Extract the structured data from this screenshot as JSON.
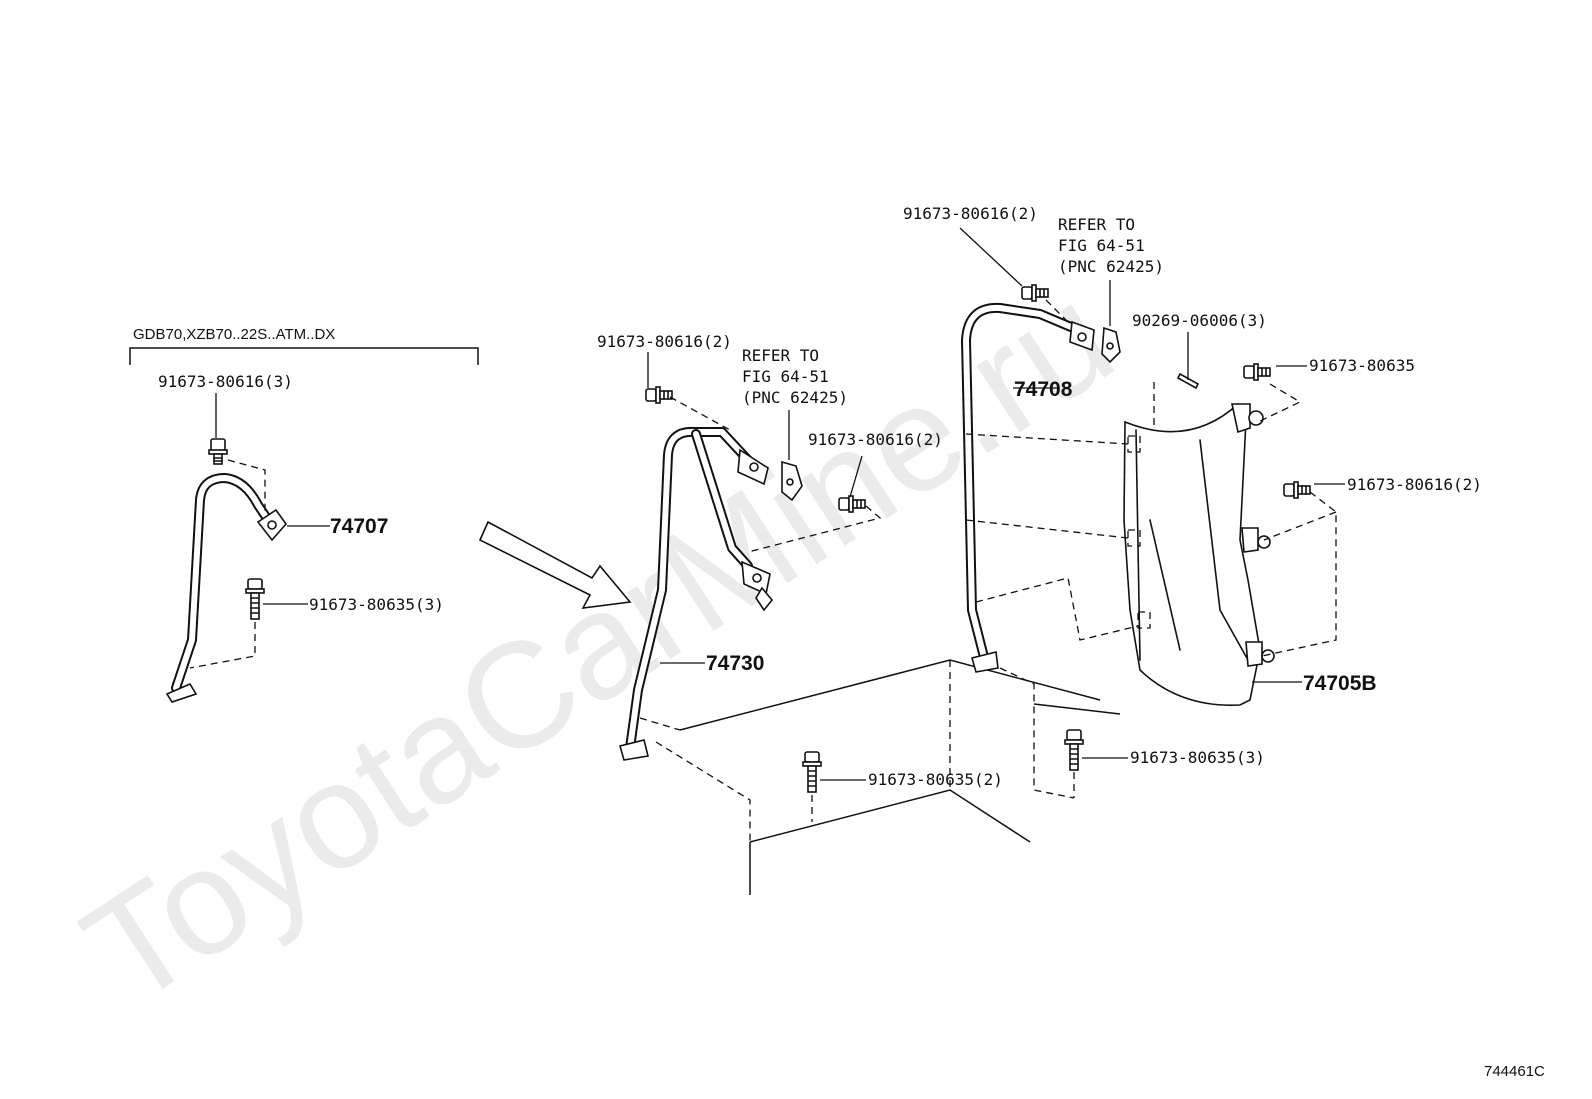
{
  "watermark": "ToyotaCarMine.ru",
  "variant_header": "GDB70,XZB70..22S..ATM..DX",
  "figure_code": "744461C",
  "parts": {
    "p74707": "74707",
    "p74730": "74730",
    "p74708": "74708",
    "p74705b": "74705B"
  },
  "fasteners": {
    "left_bolt_top": "91673-80616(3)",
    "left_bolt_bottom": "91673-80635(3)",
    "mid_bolt_top": "91673-80616(2)",
    "mid_bolt_right": "91673-80616(2)",
    "mid_bolt_bottom": "91673-80635(2)",
    "right_bolt_top": "91673-80616(2)",
    "right_clip": "90269-06006(3)",
    "right_bolt_upper": "91673-80635",
    "right_bolt_mid": "91673-80616(2)",
    "right_bolt_bottom": "91673-80635(3)"
  },
  "refer_mid": {
    "line1": "REFER TO",
    "line2": "FIG 64-51",
    "line3": "(PNC 62425)"
  },
  "refer_right": {
    "line1": "REFER TO",
    "line2": "FIG 64-51",
    "line3": "(PNC 62425)"
  }
}
